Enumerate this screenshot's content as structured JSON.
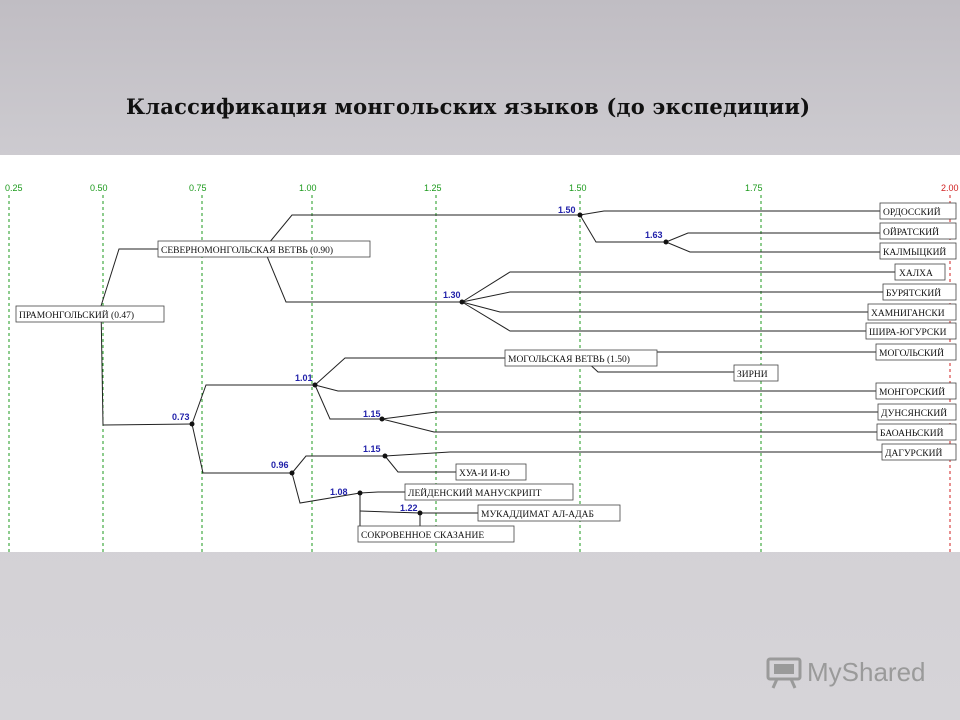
{
  "title": "Классификация монгольских языков (до экспедиции)",
  "logo": {
    "text": "MyShared",
    "icon": "projector-icon",
    "color": "#9a9a9a"
  },
  "colors": {
    "grid_green": "#1c9a1c",
    "grid_red": "#d02020",
    "node_label": "#2222aa",
    "line": "#222222"
  },
  "scale": {
    "ticks": [
      "0.25",
      "0.50",
      "0.75",
      "1.00",
      "1.25",
      "1.50",
      "1.75",
      "2.00"
    ],
    "values": [
      0.25,
      0.5,
      0.75,
      1.0,
      1.25,
      1.5,
      1.75,
      2.0
    ]
  },
  "tree": {
    "nodes": {
      "root": {
        "label": "ПРАМОНГОЛЬСКИЙ",
        "value": "(0.47)"
      },
      "north": {
        "label": "СЕВЕРНОМОНГОЛЬСКАЯ ВЕТВЬ",
        "value": "(0.90)"
      },
      "mogol": {
        "label": "МОГОЛЬСКАЯ ВЕТВЬ",
        "value": "(1.50)"
      }
    },
    "node_values": {
      "n150": "1.50",
      "n163": "1.63",
      "n130": "1.30",
      "n073": "0.73",
      "n101": "1.01",
      "n115a": "1.15",
      "n096": "0.96",
      "n115b": "1.15",
      "n108": "1.08",
      "n122": "1.22"
    },
    "leaves": {
      "ordos": "ОРДОССКИЙ",
      "oirat": "ОЙРАТСКИЙ",
      "kalmyk": "КАЛМЫЦКИЙ",
      "khalkha": "ХАЛХА",
      "buryat": "БУРЯТСКИЙ",
      "khamnigan": "ХАМНИГАНСКИ",
      "shira": "ШИРА-ЮГУРСКИ",
      "mogolsky": "МОГОЛЬСКИЙ",
      "zirni": "ЗИРНИ",
      "mongorsky": "МОНГОРСКИЙ",
      "dunsyan": "ДУНСЯНСКИЙ",
      "baoan": "БАОАНЬСКИЙ",
      "dagur": "ДАГУРСКИЙ",
      "khuayi": "ХУА-И И-Ю",
      "leiden": "ЛЕЙДЕНСКИЙ МАНУСКРИПТ",
      "mukaddimat": "МУКАДДИМАТ АЛ-АДАБ",
      "secret": "СОКРОВЕННОЕ СКАЗАНИЕ"
    }
  }
}
